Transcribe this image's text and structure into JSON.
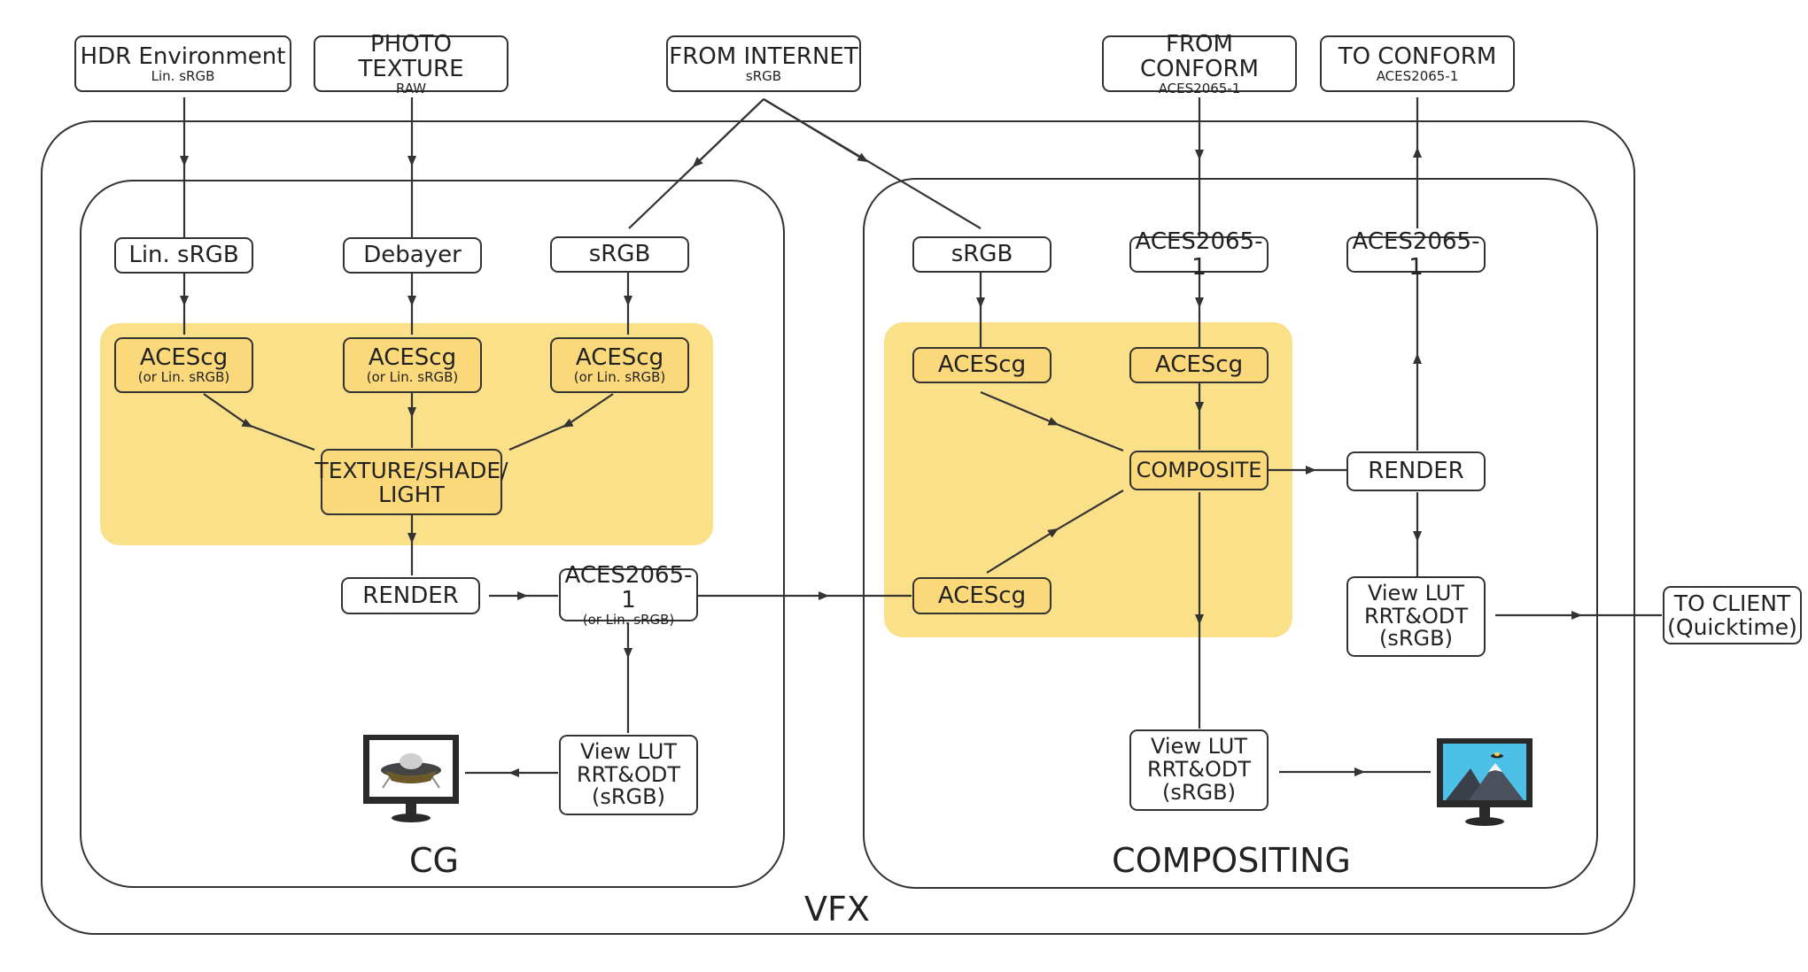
{
  "inputs": {
    "hdr": {
      "title": "HDR Environment",
      "sub": "Lin. sRGB"
    },
    "photo": {
      "title": "PHOTO TEXTURE",
      "sub": "RAW"
    },
    "internet": {
      "title": "FROM INTERNET",
      "sub": "sRGB"
    },
    "from_conform": {
      "title": "FROM CONFORM",
      "sub": "ACES2065-1"
    },
    "to_conform": {
      "title": "TO CONFORM",
      "sub": "ACES2065-1"
    }
  },
  "cg": {
    "label": "CG",
    "lin_srgb": "Lin. sRGB",
    "debayer": "Debayer",
    "srgb": "sRGB",
    "acescg": "ACEScg",
    "acescg_alt": "(or Lin. sRGB)",
    "texture_line1": "TEXTURE/SHADE/",
    "texture_line2": "LIGHT",
    "render": "RENDER",
    "aces_out": "ACES2065-1",
    "aces_out_alt": "(or Lin. sRGB)",
    "view_lut": [
      "View LUT",
      "RRT&ODT",
      "(sRGB)"
    ]
  },
  "comp": {
    "label": "COMPOSITING",
    "srgb": "sRGB",
    "aces_in": "ACES2065-1",
    "aces_out": "ACES2065-1",
    "acescg": "ACEScg",
    "composite": "COMPOSITE",
    "render": "RENDER",
    "view_lut": [
      "View LUT",
      "RRT&ODT",
      "(sRGB)"
    ],
    "view_lut_client": [
      "View LUT",
      "RRT&ODT",
      "(sRGB)"
    ]
  },
  "vfx_label": "VFX",
  "client": {
    "line1": "TO CLIENT",
    "line2": "(Quicktime)"
  },
  "colors": {
    "panel": "#fbe08a",
    "box_yellow": "#fbd97a",
    "stroke": "#333333"
  },
  "icons": {
    "cg_monitor": "monitor-ufo-icon",
    "comp_monitor": "monitor-mountains-icon"
  }
}
